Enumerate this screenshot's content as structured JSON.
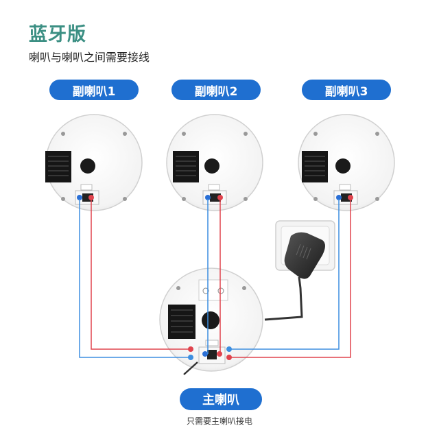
{
  "header": {
    "title": "蓝牙版",
    "subtitle": "喇叭与喇叭之间需要接线"
  },
  "speakers": {
    "sub1": {
      "label": "副喇叭1"
    },
    "sub2": {
      "label": "副喇叭2"
    },
    "sub3": {
      "label": "副喇叭3"
    },
    "main": {
      "label": "主喇叭",
      "note": "只需要主喇叭接电"
    }
  },
  "colors": {
    "accent_title": "#3b8f83",
    "pill_blue": "#1f6fd0",
    "wire_red": "#e0434d",
    "wire_blue": "#3d8ee0",
    "cable_dark": "#333333"
  }
}
